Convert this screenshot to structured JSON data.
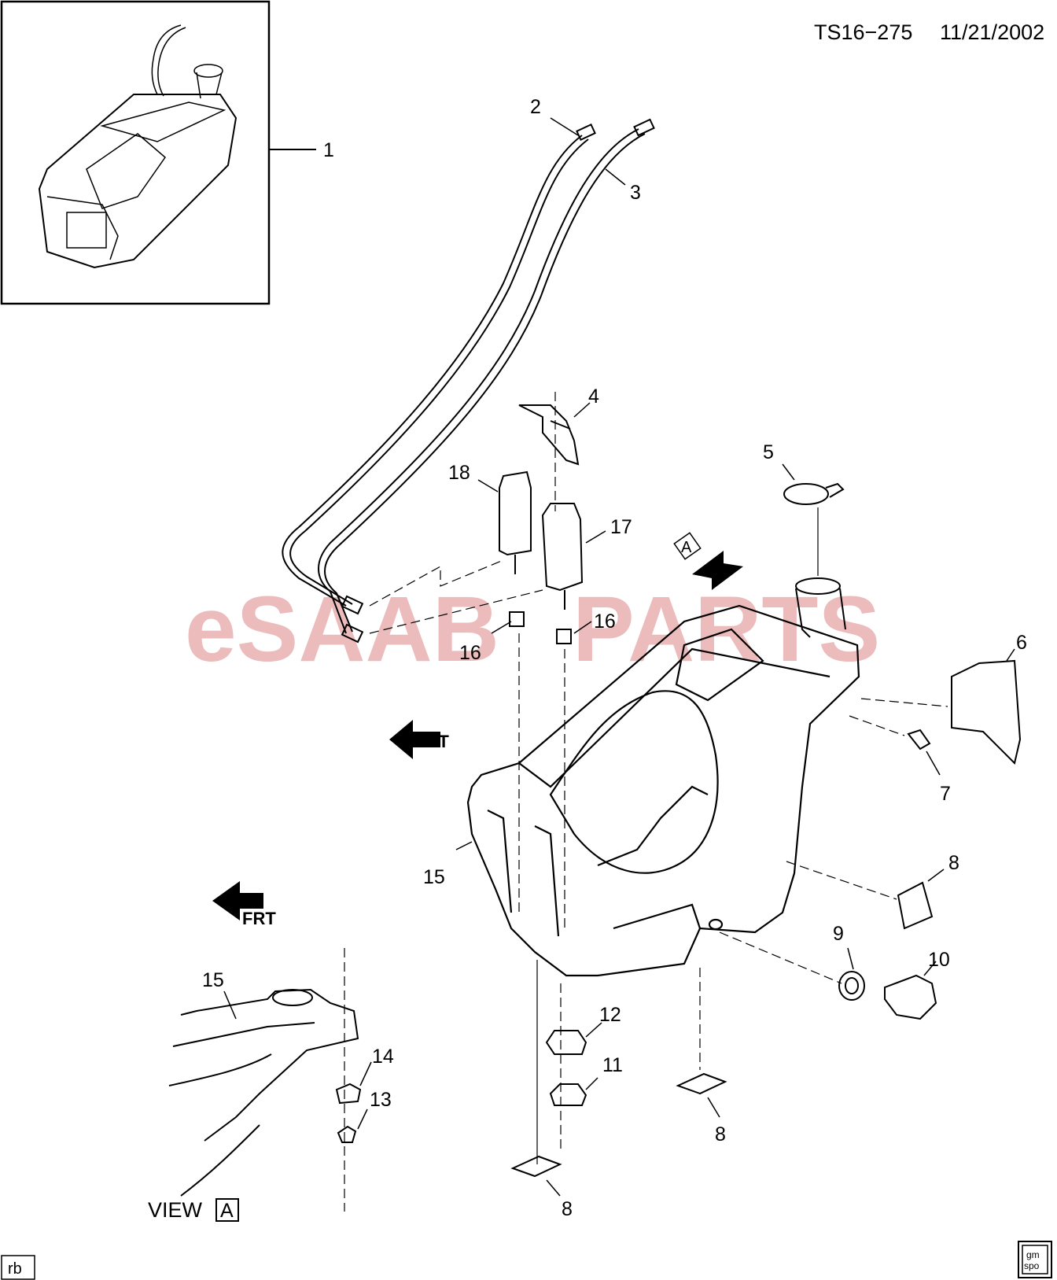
{
  "header": {
    "code": "TS16−275",
    "date": "11/21/2002"
  },
  "watermark": {
    "part1": "eSAAB",
    "part2": "PARTS",
    "color": "#e6a6a6"
  },
  "callouts": {
    "c1": "1",
    "c2": "2",
    "c3": "3",
    "c4": "4",
    "c5": "5",
    "c6": "6",
    "c7": "7",
    "c8a": "8",
    "c8b": "8",
    "c8c": "8",
    "c9": "9",
    "c10": "10",
    "c11": "11",
    "c12": "12",
    "c13": "13",
    "c14": "14",
    "c15a": "15",
    "c15b": "15",
    "c16a": "16",
    "c16b": "16",
    "c17": "17",
    "c18": "18"
  },
  "view": {
    "label": "VIEW",
    "letter": "A"
  },
  "view_marker": {
    "letter": "A"
  },
  "direction_markers": {
    "frt_top": "FRT",
    "frt_bottom": "FRT"
  },
  "footer": {
    "left_tag": "rb",
    "right_logo_line1": "gm",
    "right_logo_line2": "spo"
  },
  "icons": [
    "view-a-arrow-icon",
    "front-direction-arrow-icon",
    "gm-spo-logo-icon"
  ]
}
